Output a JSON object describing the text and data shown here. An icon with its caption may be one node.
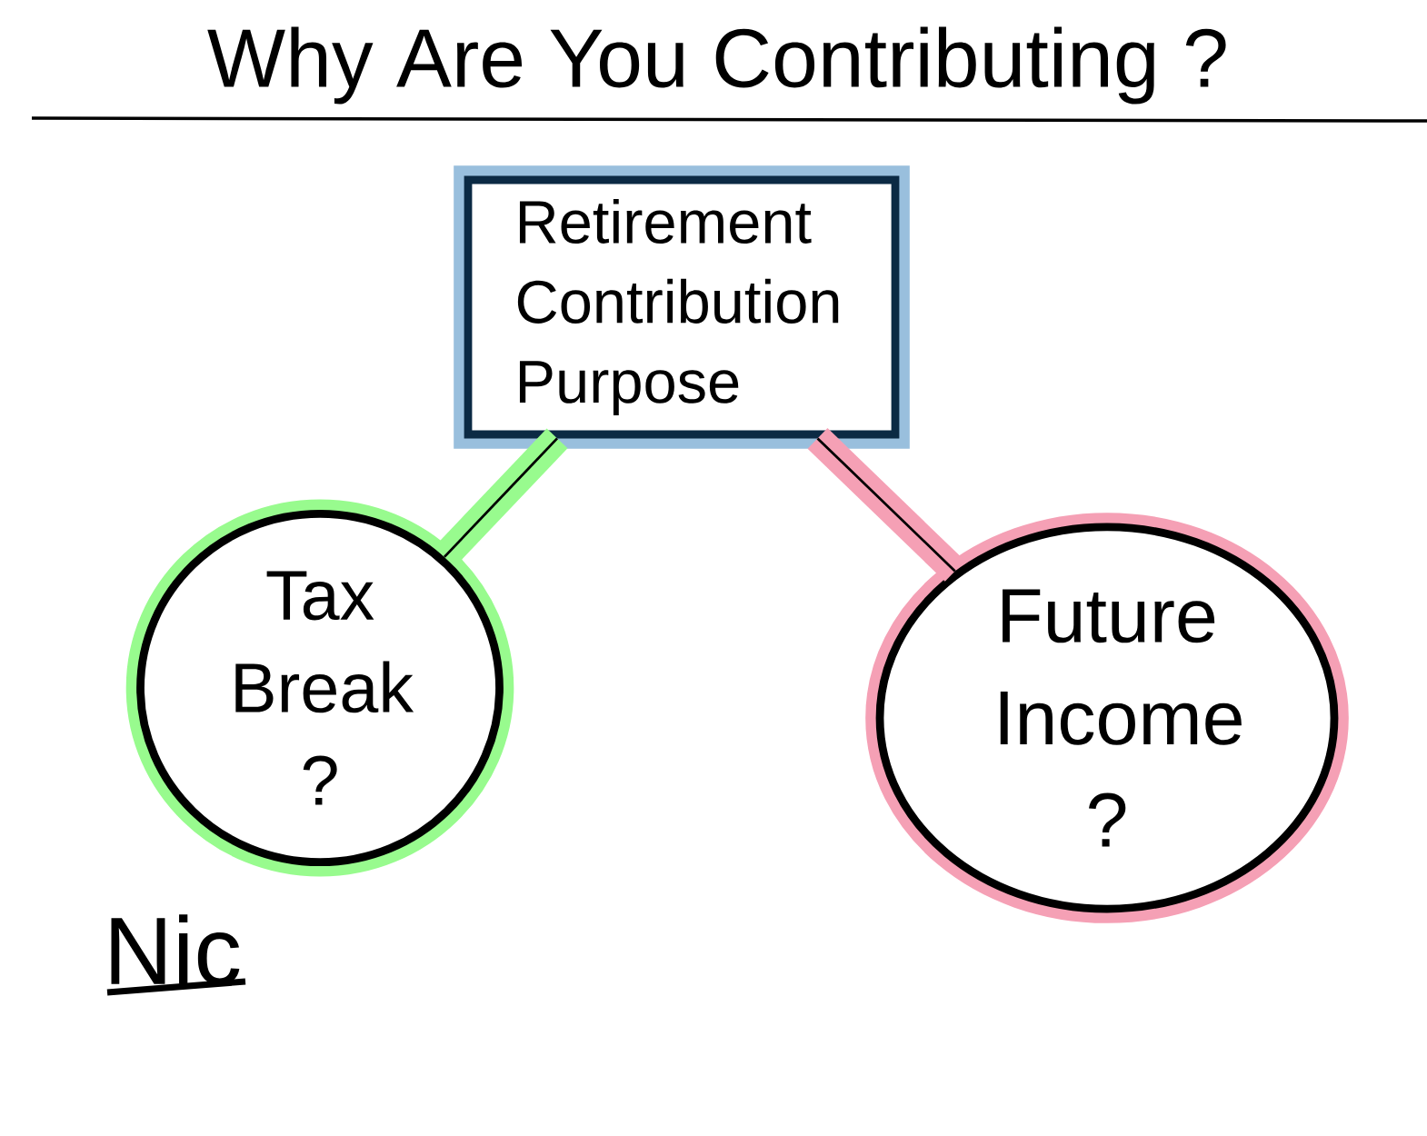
{
  "diagram": {
    "title": "Why Are You Contributing ?",
    "nodes": [
      {
        "text": [
          "Retirement Contribution Purpose"
        ]
      },
      {
        "text": [
          "Tax Break ?"
        ]
      },
      {
        "text": [
          "Future Income ?"
        ]
      }
    ],
    "edges": [
      {
        "from": 0,
        "to": 1,
        "arrow": "none",
        "color": "#98fb8e"
      },
      {
        "from": 0,
        "to": 2,
        "arrow": "none",
        "color": "#f5a0b5"
      }
    ],
    "labels": [
      "Nic"
    ]
  }
}
